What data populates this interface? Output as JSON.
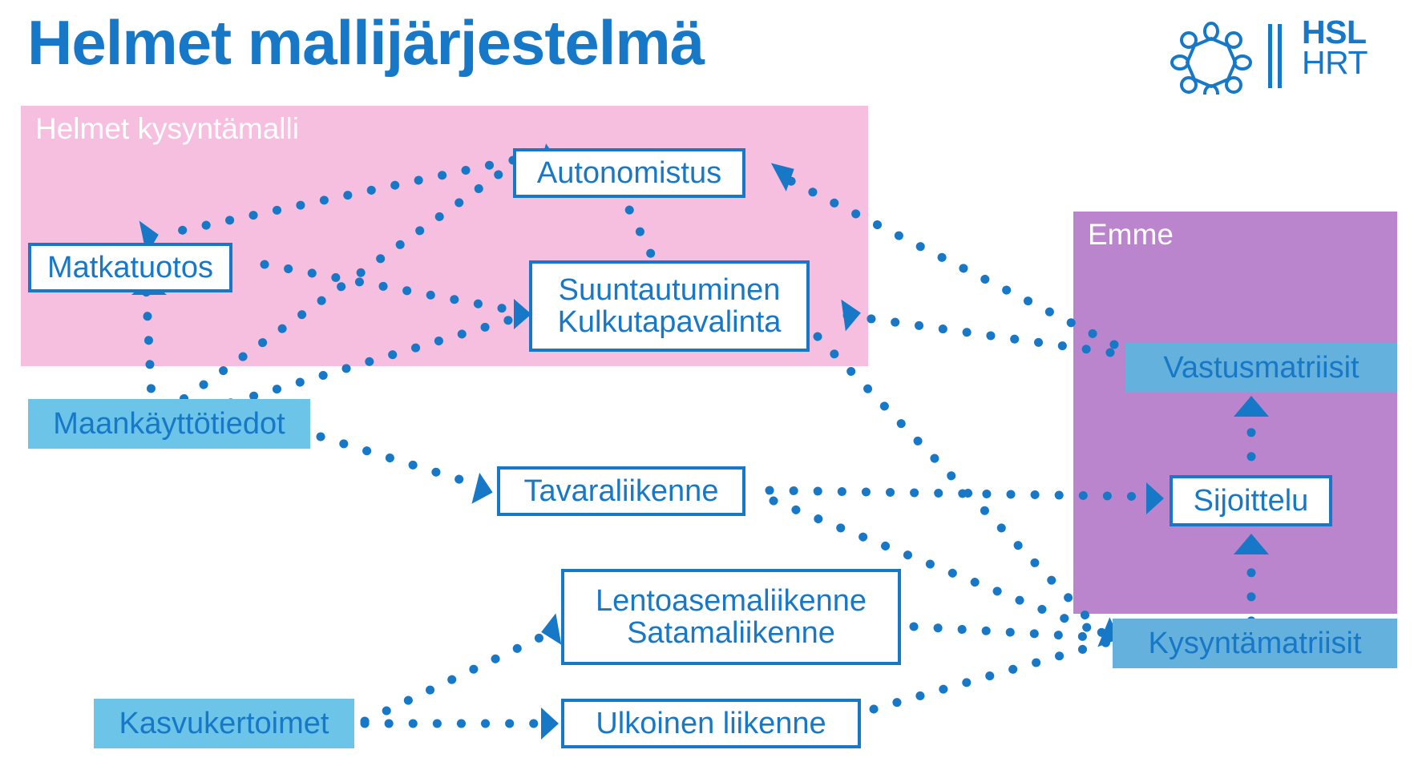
{
  "header": {
    "title": "Helmet mallijärjestelmä",
    "logo": {
      "mark": "hsl-octagon-icon",
      "primary": "HSL",
      "secondary": "HRT"
    }
  },
  "colors": {
    "brand_blue": "#1878c8",
    "pink_panel": "#f7bfdf",
    "purple_panel": "#bb85cd",
    "cyan_box": "#6cc4e8",
    "emme_box": "#64b1dd",
    "white": "#ffffff"
  },
  "panels": [
    {
      "id": "helmet",
      "label": "Helmet kysyntämalli"
    },
    {
      "id": "emme",
      "label": "Emme"
    }
  ],
  "nodes": [
    {
      "id": "matkatuotos",
      "label": "Matkatuotos",
      "style": "outline"
    },
    {
      "id": "autonomistus",
      "label": "Autonomistus",
      "style": "outline"
    },
    {
      "id": "suuntautuminen",
      "label": "Suuntautuminen\nKulkutapavalinta",
      "style": "outline"
    },
    {
      "id": "maankayttotiedot",
      "label": "Maankäyttötiedot",
      "style": "filled"
    },
    {
      "id": "tavaraliikenne",
      "label": "Tavaraliikenne",
      "style": "outline"
    },
    {
      "id": "lentoasema",
      "label": "Lentoasemaliikenne\nSatamaliikenne",
      "style": "outline"
    },
    {
      "id": "kasvukertoimet",
      "label": "Kasvukertoimet",
      "style": "filled"
    },
    {
      "id": "ulkoinen",
      "label": "Ulkoinen liikenne",
      "style": "outline"
    },
    {
      "id": "vastusmatriisit",
      "label": "Vastusmatriisit",
      "style": "emme-filled"
    },
    {
      "id": "sijoittelu",
      "label": "Sijoittelu",
      "style": "outline"
    },
    {
      "id": "kysyntamatriisit",
      "label": "Kysyntämatriisit",
      "style": "emme-filled"
    }
  ],
  "edges": [
    {
      "from": "maankayttotiedot",
      "to": "autonomistus"
    },
    {
      "from": "maankayttotiedot",
      "to": "matkatuotos"
    },
    {
      "from": "maankayttotiedot",
      "to": "suuntautuminen"
    },
    {
      "from": "maankayttotiedot",
      "to": "tavaraliikenne"
    },
    {
      "from": "autonomistus",
      "to": "matkatuotos"
    },
    {
      "from": "autonomistus",
      "to": "suuntautuminen"
    },
    {
      "from": "matkatuotos",
      "to": "suuntautuminen"
    },
    {
      "from": "vastusmatriisit",
      "to": "autonomistus"
    },
    {
      "from": "vastusmatriisit",
      "to": "suuntautuminen"
    },
    {
      "from": "suuntautuminen",
      "to": "kysyntamatriisit"
    },
    {
      "from": "tavaraliikenne",
      "to": "sijoittelu"
    },
    {
      "from": "tavaraliikenne",
      "to": "kysyntamatriisit"
    },
    {
      "from": "lentoasema",
      "to": "kysyntamatriisit"
    },
    {
      "from": "ulkoinen",
      "to": "kysyntamatriisit"
    },
    {
      "from": "kasvukertoimet",
      "to": "lentoasema"
    },
    {
      "from": "kasvukertoimet",
      "to": "ulkoinen"
    },
    {
      "from": "kysyntamatriisit",
      "to": "sijoittelu"
    },
    {
      "from": "sijoittelu",
      "to": "vastusmatriisit"
    }
  ]
}
